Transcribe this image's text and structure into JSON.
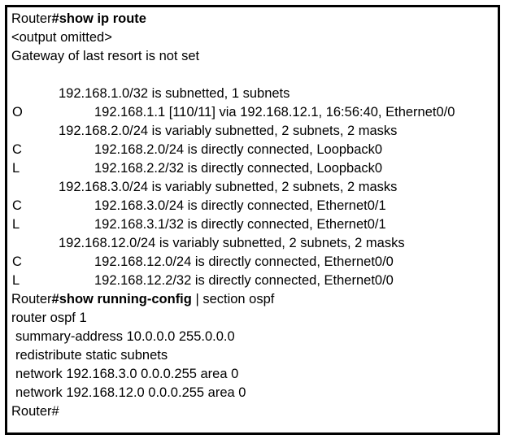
{
  "terminal": {
    "panel_name": "router-cli-output",
    "colors": {
      "text": "#000000",
      "background": "#ffffff",
      "border": "#000000"
    },
    "lines": [
      {
        "kind": "command",
        "prompt": "Router",
        "command": "#show ip route",
        "suffix": ""
      },
      {
        "kind": "text",
        "text": "<output omitted>"
      },
      {
        "kind": "text",
        "text": "Gateway of last resort is not set"
      },
      {
        "kind": "blank"
      },
      {
        "kind": "subnet-header",
        "text": "192.168.1.0/32 is subnetted, 1 subnets"
      },
      {
        "kind": "route",
        "code": "O",
        "text": "192.168.1.1 [110/11] via 192.168.12.1, 16:56:40, Ethernet0/0"
      },
      {
        "kind": "subnet-header",
        "text": "192.168.2.0/24 is variably subnetted, 2 subnets, 2 masks"
      },
      {
        "kind": "route",
        "code": "C",
        "text": "192.168.2.0/24 is directly connected, Loopback0"
      },
      {
        "kind": "route",
        "code": "L",
        "text": "192.168.2.2/32 is directly connected, Loopback0"
      },
      {
        "kind": "subnet-header",
        "text": "192.168.3.0/24 is variably subnetted, 2 subnets, 2 masks"
      },
      {
        "kind": "route",
        "code": "C",
        "text": "192.168.3.0/24 is directly connected, Ethernet0/1"
      },
      {
        "kind": "route",
        "code": "L",
        "text": "192.168.3.1/32 is directly connected, Ethernet0/1"
      },
      {
        "kind": "subnet-header",
        "text": "192.168.12.0/24 is variably subnetted, 2 subnets, 2 masks"
      },
      {
        "kind": "route",
        "code": "C",
        "text": "192.168.12.0/24 is directly connected, Ethernet0/0"
      },
      {
        "kind": "route",
        "code": "L",
        "text": "192.168.12.2/32 is directly connected, Ethernet0/0"
      },
      {
        "kind": "command",
        "prompt": "Router",
        "command": "#show running-config",
        "suffix": " | section ospf"
      },
      {
        "kind": "config",
        "indent": 0,
        "text": "router ospf 1"
      },
      {
        "kind": "config",
        "indent": 1,
        "text": "summary-address 10.0.0.0 255.0.0.0"
      },
      {
        "kind": "config",
        "indent": 1,
        "text": "redistribute static subnets"
      },
      {
        "kind": "config",
        "indent": 1,
        "text": "network 192.168.3.0 0.0.0.255 area 0"
      },
      {
        "kind": "config",
        "indent": 1,
        "text": "network 192.168.12.0 0.0.0.255 area 0"
      },
      {
        "kind": "prompt",
        "text": "Router#"
      }
    ]
  }
}
